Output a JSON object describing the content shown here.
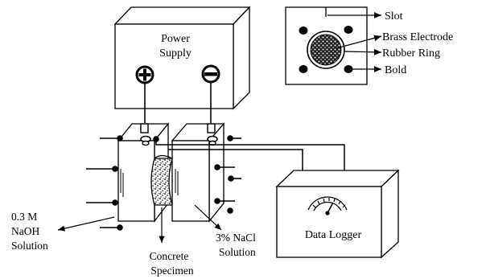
{
  "power_supply": {
    "label_line1": "Power",
    "label_line2": "Supply",
    "positive_symbol": "+",
    "negative_symbol": "−"
  },
  "cell_labels": {
    "naoh_line1": "0.3 M",
    "naoh_line2": "NaOH",
    "naoh_line3": "Solution",
    "specimen_line1": "Concrete",
    "specimen_line2": "Specimen",
    "nacl_line1": "3% NaCl",
    "nacl_line2": "Solution"
  },
  "data_logger": {
    "label": "Data Logger"
  },
  "inset": {
    "slot_label": "Slot",
    "electrode_label": "Brass Electrode",
    "rubber_label": "Rubber Ring",
    "bold_label": "Bold"
  },
  "colors": {
    "stroke": "#000000",
    "background": "#ffffff"
  }
}
